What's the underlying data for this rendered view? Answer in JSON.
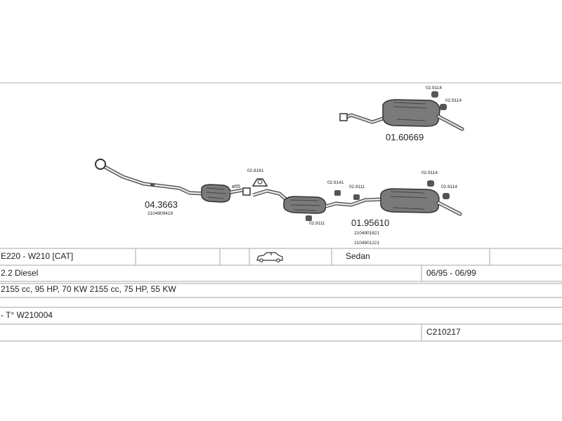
{
  "parts": {
    "rear_top": {
      "number": "01.60669",
      "clip_a": "02.9114",
      "clip_b": "02.9114"
    },
    "front_pipe": {
      "number": "04.3663",
      "oem": "2104909419",
      "diameter_label": "ø55"
    },
    "gasket": {
      "number": "02.8161"
    },
    "middle_rear": {
      "number": "01.95610",
      "oem_1": "2104901821",
      "oem_2": "2104901221",
      "clip_a": "02.9141",
      "clip_b": "02.9111",
      "clip_c": "02.9111",
      "clip_d": "02.9114",
      "clip_e": "02.9114"
    }
  },
  "table": {
    "model": "E220 - W210  [CAT]",
    "body_type": "Sedan",
    "engine": "2.2 Diesel",
    "years": "06/95 - 06/99",
    "specs": "2155 cc, 95 HP, 70 KW 2155 cc, 75 HP, 55 KW",
    "type_code": "- T° W210004",
    "catalog_code": "C210217"
  },
  "colors": {
    "line": "#b8b8b8",
    "ink": "#222222",
    "muffler": "#6f6f6f"
  }
}
